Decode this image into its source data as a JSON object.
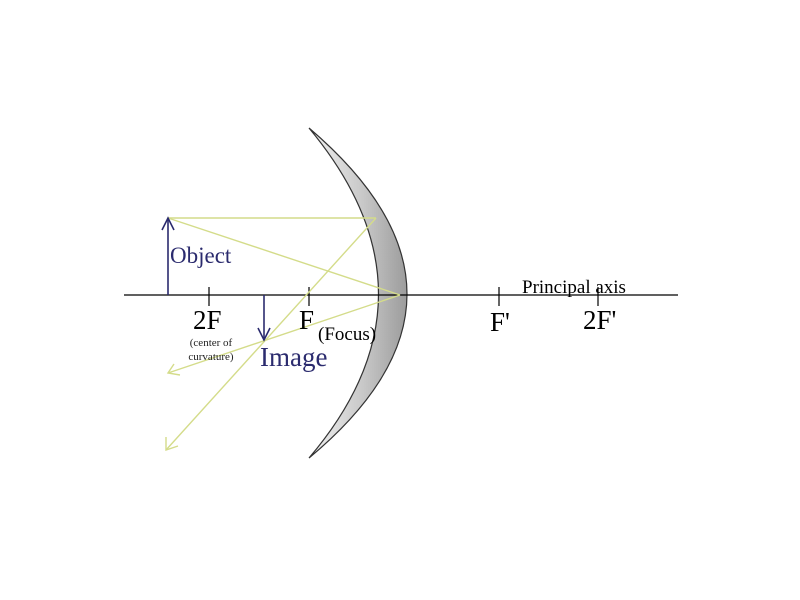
{
  "diagram": {
    "type": "concave mirror ray diagram",
    "labels": {
      "object": "Object",
      "image": "Image",
      "two_f": "2F",
      "two_f_note_line1": "(center of",
      "two_f_note_line2": "curvature)",
      "f": "F",
      "f_note": "(Focus)",
      "f_prime": "F'",
      "two_f_prime": "2F'",
      "principal_axis": "Principal axis"
    },
    "colors": {
      "ray": "#d4dc8a",
      "object_arrow": "#2b2b6e",
      "axis": "#000000",
      "mirror_dark": "#9a9a9a",
      "mirror_light": "#ececec"
    }
  }
}
